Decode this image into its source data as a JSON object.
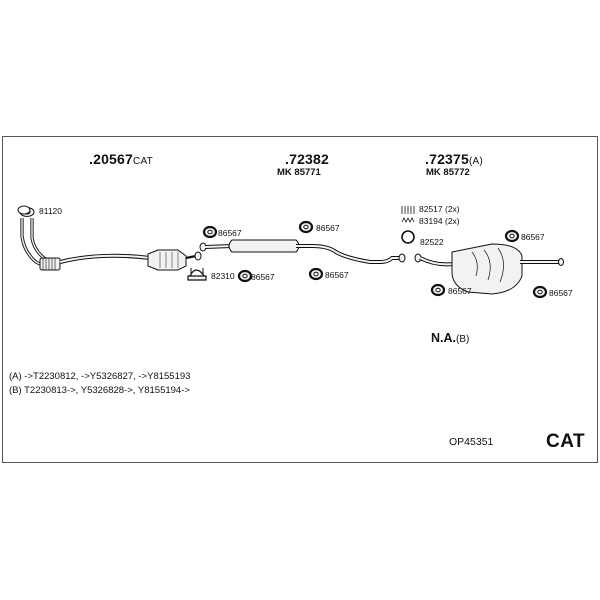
{
  "groups": [
    {
      "main": ".20567",
      "suffix": "CAT"
    },
    {
      "main": ".72382",
      "mk": "MK 85771"
    },
    {
      "main": ".72375",
      "suffix": "(A)",
      "mk": "MK 85772"
    }
  ],
  "parts": {
    "p81120": "81120",
    "p86567": "86567",
    "p82310": "82310",
    "p82517": "82517 (2x)",
    "p83194": "83194 (2x)",
    "p82522": "82522"
  },
  "na": {
    "main": "N.A.",
    "suffix": "(B)"
  },
  "notes": [
    "(A) ->T2230812, ->Y5326827, ->Y8155193",
    "(B) T2230813->, Y5326828->, Y8155194->"
  ],
  "footer": {
    "code": "OP45351",
    "type": "CAT"
  },
  "colors": {
    "line": "#111111",
    "box_border": "#555555",
    "part_fill": "#f2f2f2"
  }
}
